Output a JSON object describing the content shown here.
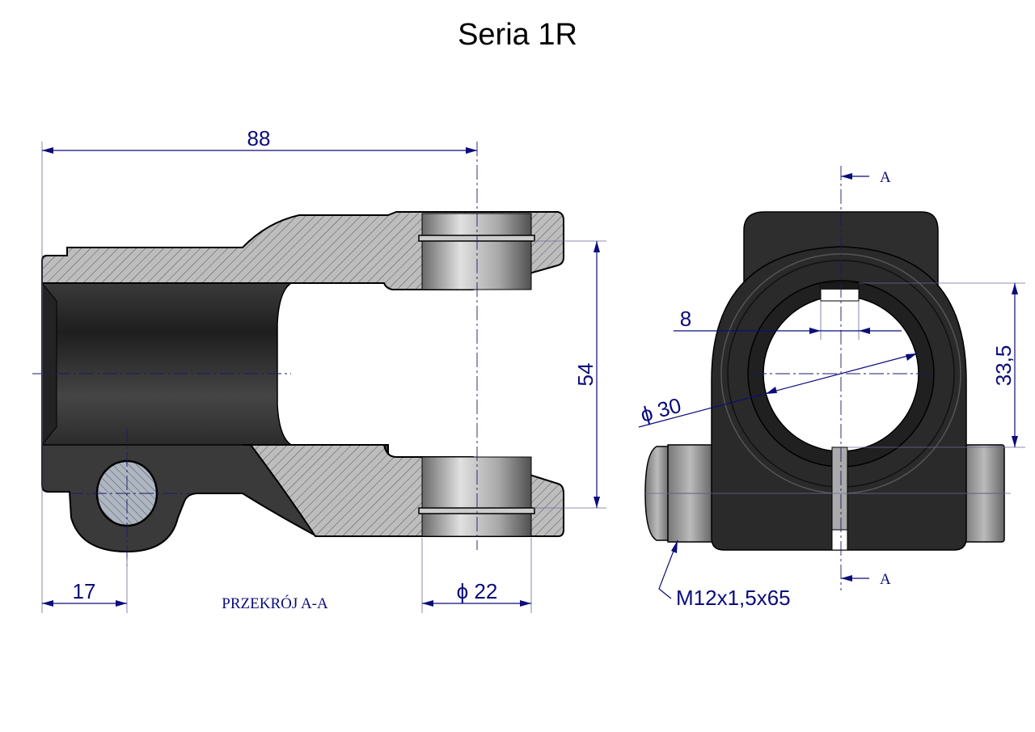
{
  "title": "Seria 1R",
  "section_view": {
    "label": "PRZEKRÓJ A-A",
    "dimensions": {
      "overall_length": "88",
      "ear_spacing": "54",
      "pin_offset": "17",
      "cross_bore": "ϕ 22"
    }
  },
  "end_view": {
    "section_marker_top": "A",
    "section_marker_bottom": "A",
    "dimensions": {
      "keyway_width": "8",
      "bore_diameter": "ϕ 30",
      "keyway_depth": "33,5",
      "bolt": "M12x1,5x65"
    }
  },
  "colors": {
    "dimension": "#0c0c7a",
    "body": "#2e2e2e",
    "hatch": "#b8b8b8"
  }
}
